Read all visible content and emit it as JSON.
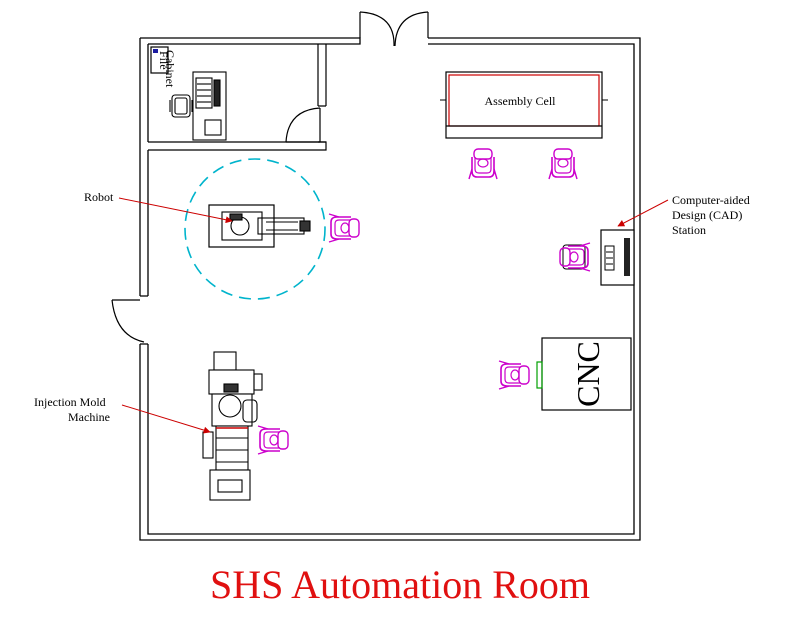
{
  "title": "SHS Automation Room",
  "labels": {
    "file_cabinet_line1": "File",
    "file_cabinet_line2": "Cabinet",
    "assembly_cell": "Assembly Cell",
    "robot": "Robot",
    "cad_line1": "Computer-aided",
    "cad_line2": "Design (CAD)",
    "cad_line3": "Station",
    "cnc": "CNC",
    "injection_line1": "Injection Mold",
    "injection_line2": "Machine"
  },
  "colors": {
    "wall": "#000000",
    "title": "#e01010",
    "person": "#cc00cc",
    "robot_reach": "#00b4cc",
    "leader_arrow": "#cc0000",
    "assembly_accent": "#cc0000",
    "cnc_accent": "#00a000"
  },
  "icons": {
    "person": "operator-chair-icon",
    "computer": "monitor-keyboard-icon",
    "door": "door-swing-icon"
  }
}
